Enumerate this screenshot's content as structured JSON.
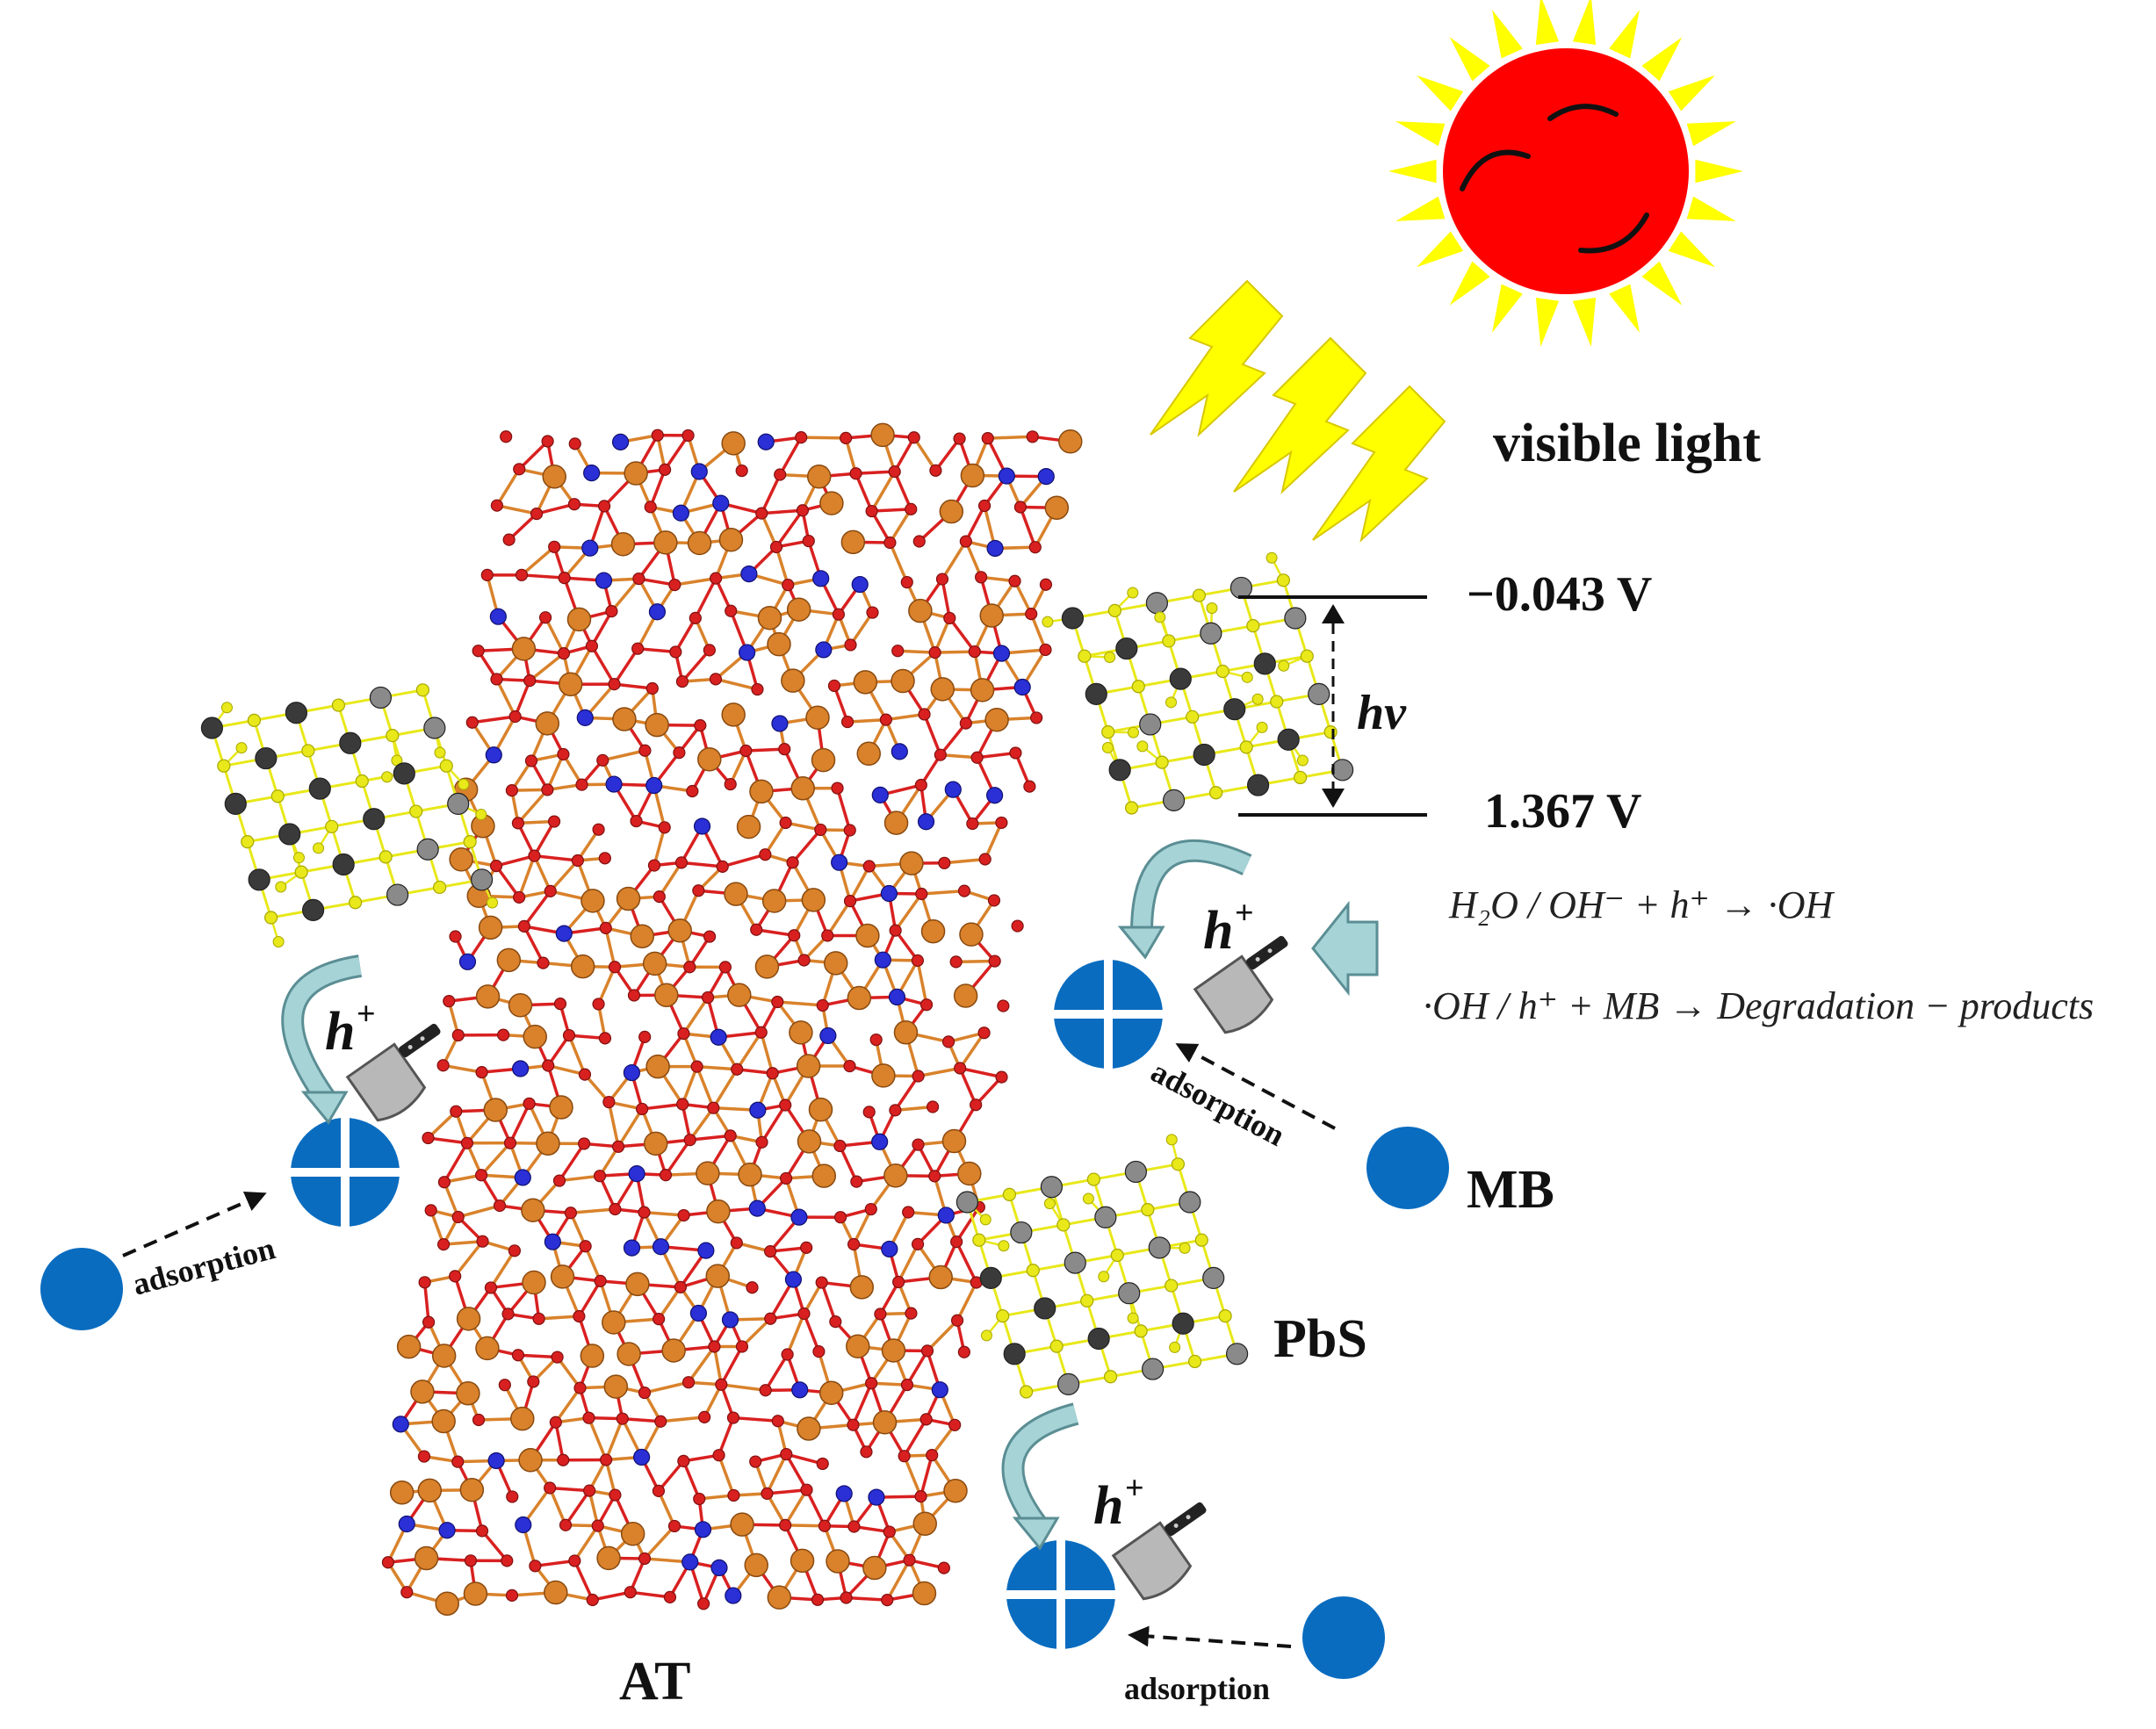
{
  "labels": {
    "visible_light": "visible light",
    "cb_potential": "−0.043 V",
    "vb_potential": "1.367 V",
    "hv": "hv",
    "h_plus": "h",
    "h_plus_sup": "+",
    "mb": "MB",
    "pbs": "PbS",
    "at": "AT",
    "adsorption": "adsorption"
  },
  "equations": {
    "eq1": "H₂O / OH⁻ + h⁺ → ·OH",
    "eq2": "·OH / h⁺ + MB → Degradation − products"
  },
  "colors": {
    "sun": "#ff0000",
    "sun_rays": "#ffff00",
    "lightning": "#ffff00",
    "mb_dot": "#0a6cbf",
    "at_orange": "#d9822b",
    "at_red": "#d92020",
    "at_blue": "#2a2fd6",
    "pbs_dark": "#3a3a3a",
    "pbs_gray": "#8a8a8a",
    "pbs_yellow": "#e8e81a",
    "arrow_fill": "#a6d3d6",
    "arrow_stroke": "#5a8e94"
  }
}
